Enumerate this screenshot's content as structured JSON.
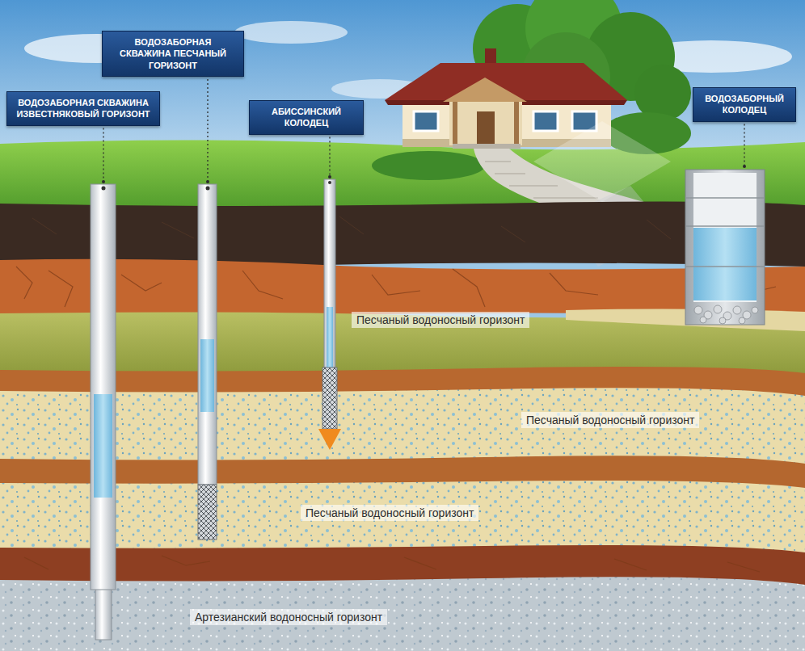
{
  "diagram": {
    "nodes": [
      {
        "text": [
          "ВОДОЗАБОРНАЯ СКВАЖИНА ИЗВЕСТНЯКОВЫЙ ГОРИЗОНТ"
        ]
      },
      {
        "text": [
          "ВОДОЗАБОРНАЯ СКВАЖИНА ПЕСЧАНЫЙ ГОРИЗОНТ"
        ]
      },
      {
        "text": [
          "АБИССИНСКИЙ КОЛОДЕЦ"
        ]
      },
      {
        "text": [
          "ВОДОЗАБОРНЫЙ КОЛОДЕЦ"
        ]
      }
    ],
    "labels": [
      "Песчаный водоносный горизонт",
      "Песчаный водоносный горизонт",
      "Песчаный водоносный горизонт",
      "Артезианский водоносный горизонт"
    ]
  }
}
